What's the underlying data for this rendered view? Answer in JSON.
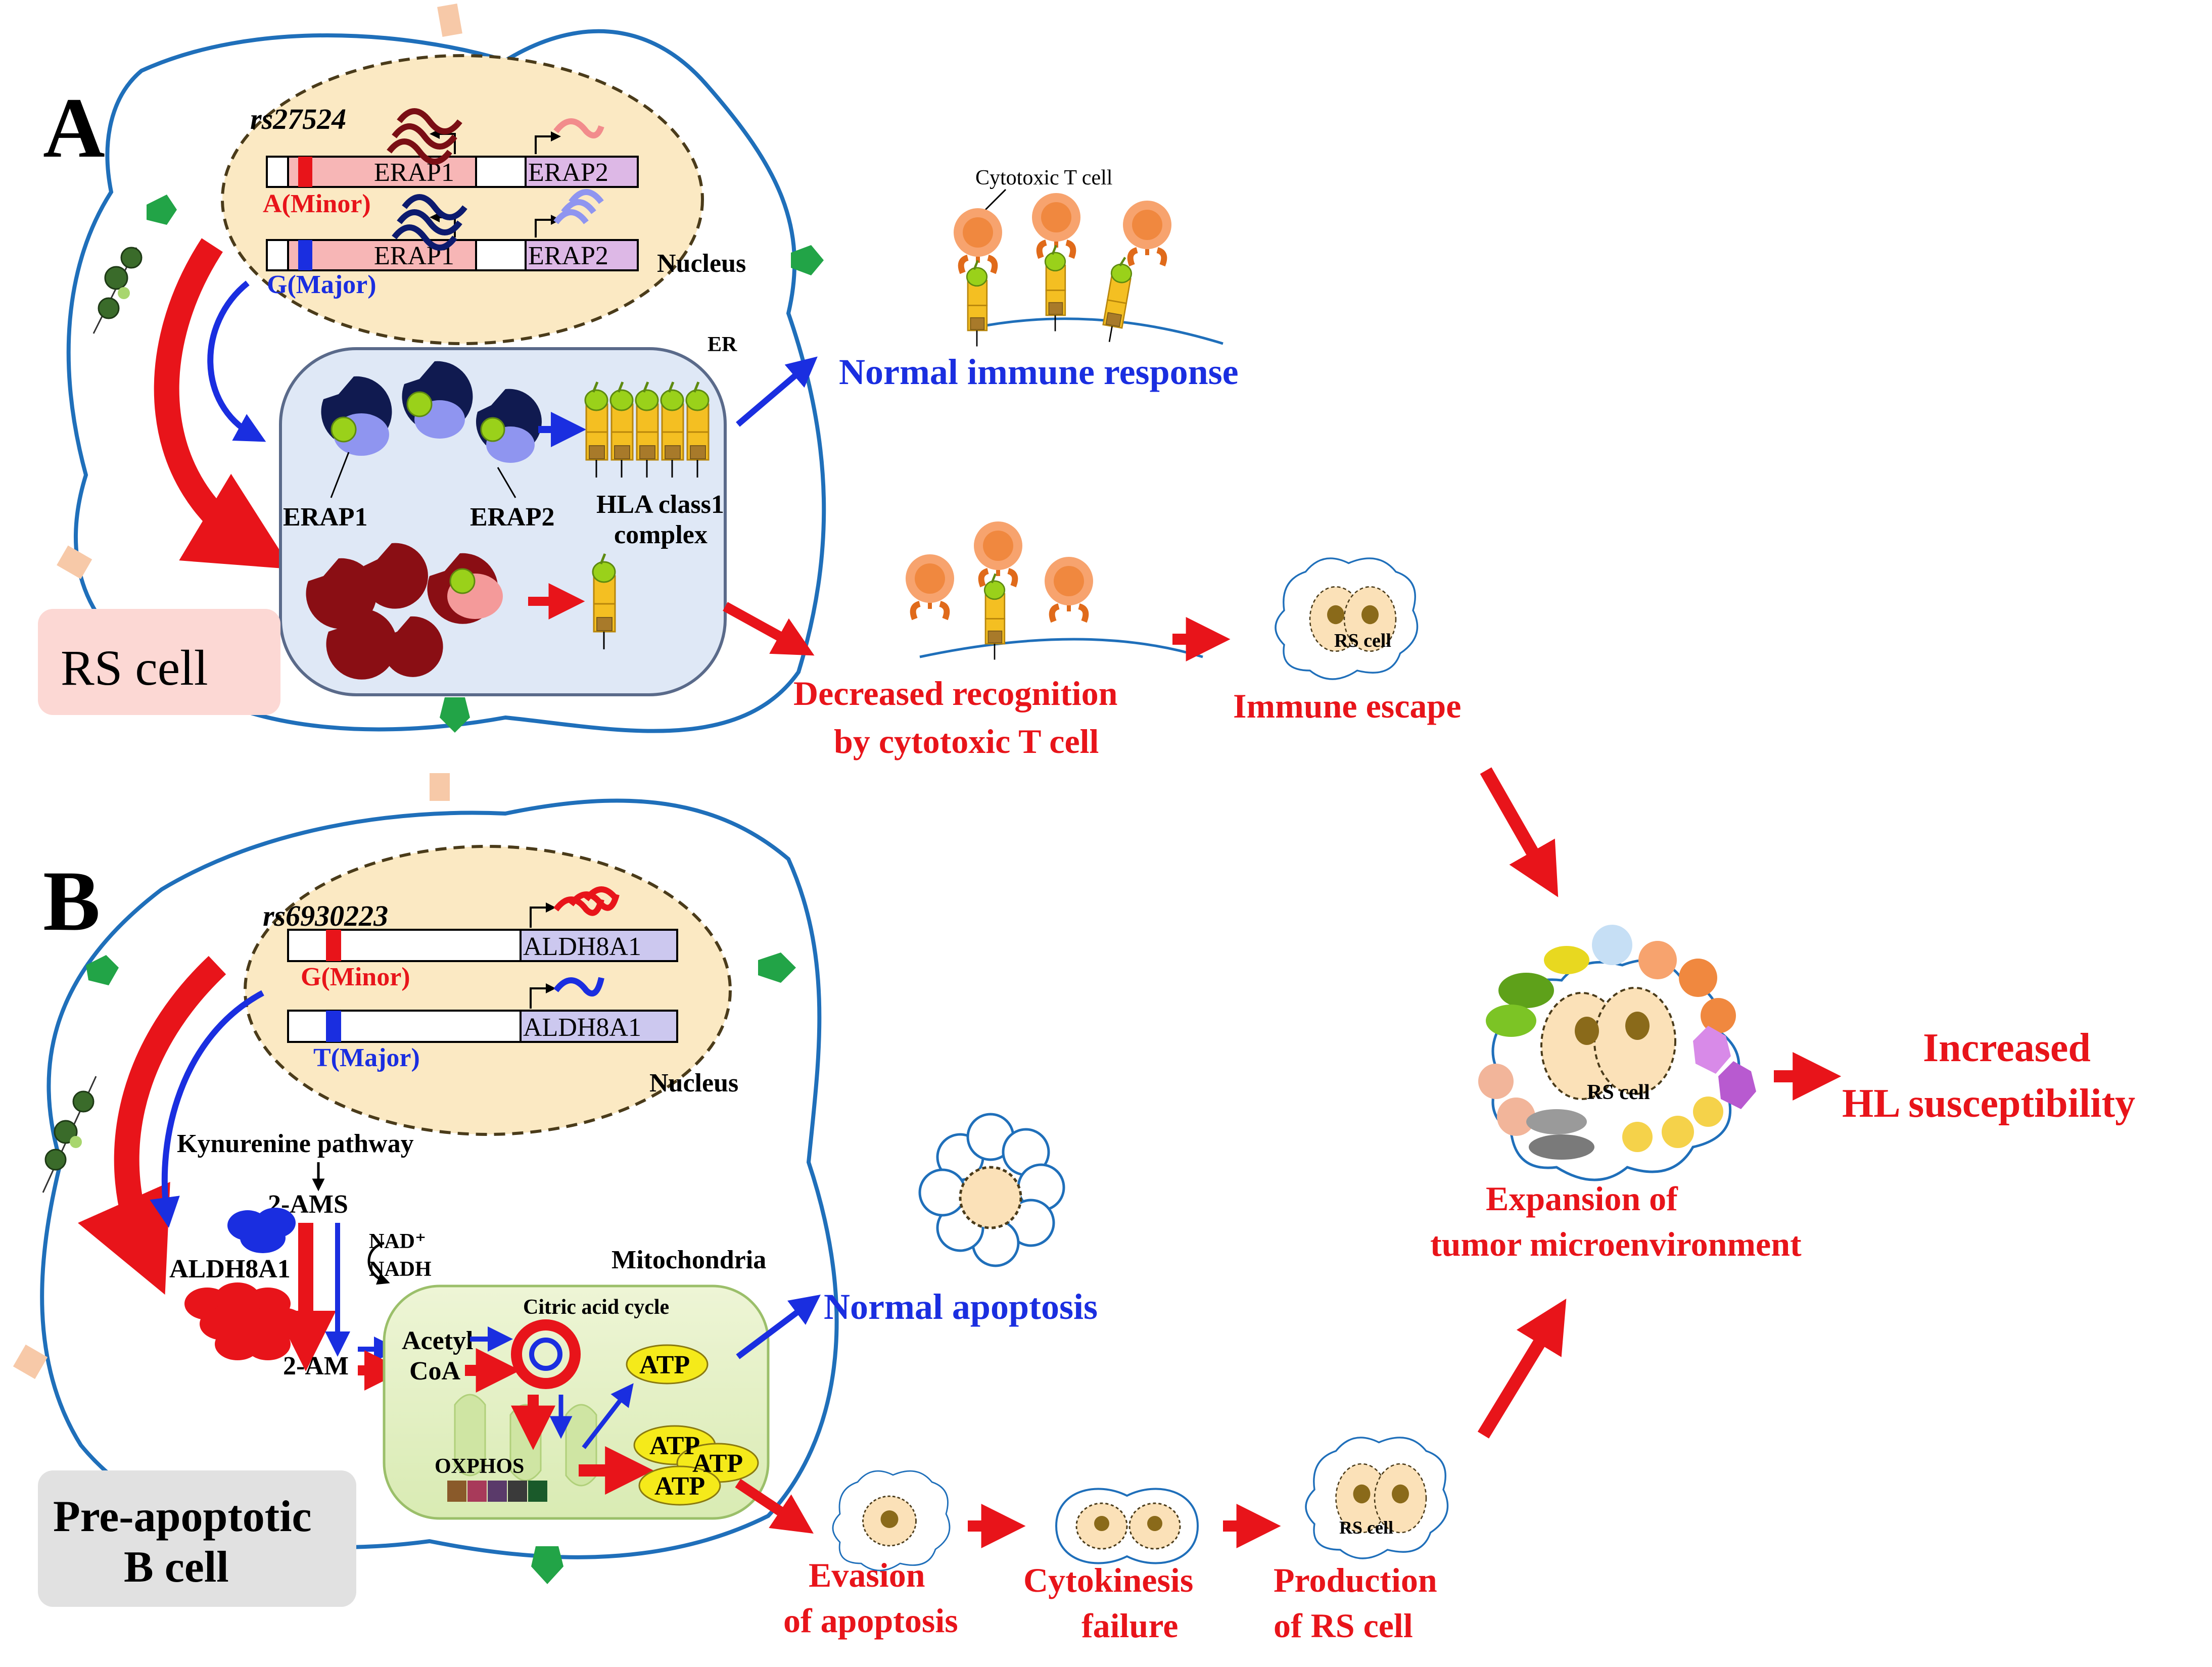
{
  "panels": {
    "a": "A",
    "b": "B"
  },
  "panel_a": {
    "snp": "rs27524",
    "gene1": "ERAP1",
    "gene2": "ERAP2",
    "allele_minor": "A(Minor)",
    "allele_major": "G(Major)",
    "nucleus": "Nucleus",
    "er": "ER",
    "erap1_label": "ERAP1",
    "erap2_label": "ERAP2",
    "hla_line1": "HLA class1",
    "hla_line2": "complex",
    "cell_label": "RS cell",
    "cytotoxic_label": "Cytotoxic T cell",
    "normal_response": "Normal immune response",
    "decreased_line1": "Decreased recognition",
    "decreased_line2": "by cytotoxic T cell",
    "immune_escape": "Immune escape",
    "rs_cell_small": "RS cell"
  },
  "panel_b": {
    "snp": "rs6930223",
    "gene": "ALDH8A1",
    "allele_minor": "G(Minor)",
    "allele_major": "T(Major)",
    "nucleus": "Nucleus",
    "kynurenine": "Kynurenine pathway",
    "ams": "2-AMS",
    "aldh": "ALDH8A1",
    "nad": "NAD⁺",
    "nadh": "NADH",
    "am": "2-AM",
    "acetyl": "Acetyl",
    "coa": "CoA",
    "mito": "Mitochondria",
    "citric": "Citric acid cycle",
    "atp": "ATP",
    "oxphos": "OXPHOS",
    "cell_line1": "Pre-apoptotic",
    "cell_line2": "B cell",
    "normal_apoptosis": "Normal apoptosis",
    "evasion_line1": "Evasion",
    "evasion_line2": "of apoptosis",
    "cytokinesis_line1": "Cytokinesis",
    "cytokinesis_line2": "failure",
    "production_line1": "Production",
    "production_line2": "of RS cell",
    "rs_cell_small": "RS cell"
  },
  "outcome": {
    "rs_cell": "RS cell",
    "expansion_line1": "Expansion of",
    "expansion_line2": "tumor microenvironment",
    "increased_line1": "Increased",
    "increased_line2": "HL susceptibility"
  },
  "colors": {
    "risk": "#e8141a",
    "normal": "#1a2ee0",
    "membrane": "#1f6fba"
  }
}
